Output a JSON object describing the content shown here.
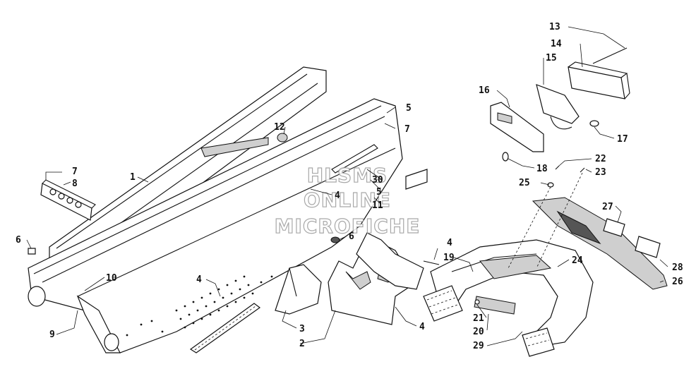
{
  "watermark": {
    "line1": "HLSMS",
    "line2": "ONLINE",
    "line3": "MICROFICHE",
    "color": "#9a9a9a"
  },
  "callouts": [
    {
      "id": "c13",
      "text": "13"
    },
    {
      "id": "c14",
      "text": "14"
    },
    {
      "id": "c15",
      "text": "15"
    },
    {
      "id": "c16",
      "text": "16"
    },
    {
      "id": "c17",
      "text": "17"
    },
    {
      "id": "c18",
      "text": "18"
    },
    {
      "id": "c22",
      "text": "22"
    },
    {
      "id": "c23",
      "text": "23"
    },
    {
      "id": "c25",
      "text": "25"
    },
    {
      "id": "c27",
      "text": "27"
    },
    {
      "id": "c28",
      "text": "28"
    },
    {
      "id": "c26",
      "text": "26"
    },
    {
      "id": "c24",
      "text": "24"
    },
    {
      "id": "c19",
      "text": "19"
    },
    {
      "id": "c4a",
      "text": "4"
    },
    {
      "id": "c21",
      "text": "21"
    },
    {
      "id": "c20",
      "text": "20"
    },
    {
      "id": "c29",
      "text": "29"
    },
    {
      "id": "c5a",
      "text": "5"
    },
    {
      "id": "c7a",
      "text": "7"
    },
    {
      "id": "c12",
      "text": "12"
    },
    {
      "id": "c30",
      "text": "30"
    },
    {
      "id": "c5b",
      "text": "5"
    },
    {
      "id": "c11",
      "text": "11"
    },
    {
      "id": "c4b",
      "text": "4"
    },
    {
      "id": "c6a",
      "text": "6"
    },
    {
      "id": "c1",
      "text": "1"
    },
    {
      "id": "c7b",
      "text": "7"
    },
    {
      "id": "c8",
      "text": "8"
    },
    {
      "id": "c6b",
      "text": "6"
    },
    {
      "id": "c10",
      "text": "10"
    },
    {
      "id": "c9",
      "text": "9"
    },
    {
      "id": "c4c",
      "text": "4"
    },
    {
      "id": "c3",
      "text": "3"
    },
    {
      "id": "c2",
      "text": "2"
    },
    {
      "id": "c4d",
      "text": "4"
    }
  ]
}
